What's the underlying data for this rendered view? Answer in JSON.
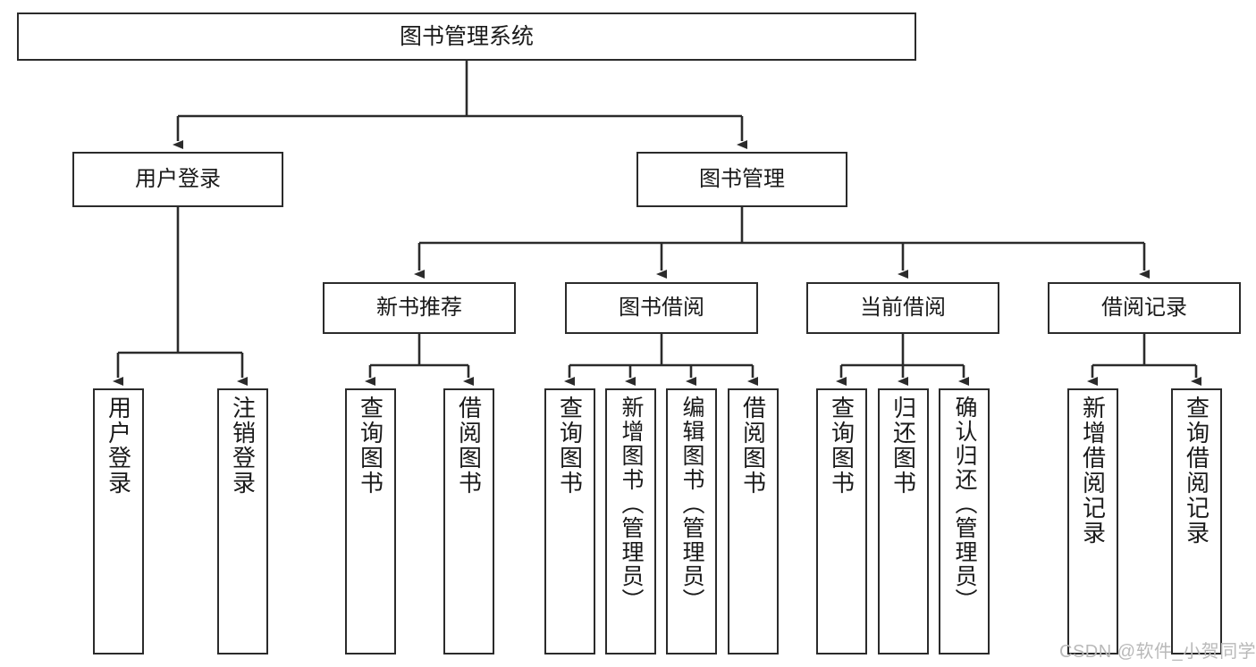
{
  "diagram": {
    "title": "图书管理系统",
    "type": "hierarchy-tree",
    "root": {
      "id": "root",
      "label": "图书管理系统"
    },
    "level1": [
      {
        "id": "user-login",
        "label": "用户登录"
      },
      {
        "id": "book-manage",
        "label": "图书管理"
      }
    ],
    "level2": [
      {
        "id": "new-book-rec",
        "label": "新书推荐"
      },
      {
        "id": "book-borrow",
        "label": "图书借阅"
      },
      {
        "id": "current-borrow",
        "label": "当前借阅"
      },
      {
        "id": "borrow-record",
        "label": "借阅记录"
      }
    ],
    "leaves": [
      {
        "id": "leaf-user-login",
        "label": "用户登录",
        "parent": "user-login"
      },
      {
        "id": "leaf-user-logout",
        "label": "注销登录",
        "parent": "user-login"
      },
      {
        "id": "leaf-query-book-1",
        "label": "查询图书",
        "parent": "new-book-rec"
      },
      {
        "id": "leaf-borrow-book-1",
        "label": "借阅图书",
        "parent": "new-book-rec"
      },
      {
        "id": "leaf-query-book-2",
        "label": "查询图书",
        "parent": "book-borrow"
      },
      {
        "id": "leaf-add-book",
        "label": "新增图书（管理员）",
        "parent": "book-borrow"
      },
      {
        "id": "leaf-edit-book",
        "label": "编辑图书（管理员）",
        "parent": "book-borrow"
      },
      {
        "id": "leaf-borrow-book-2",
        "label": "借阅图书",
        "parent": "book-borrow"
      },
      {
        "id": "leaf-query-book-3",
        "label": "查询图书",
        "parent": "current-borrow"
      },
      {
        "id": "leaf-return-book",
        "label": "归还图书",
        "parent": "current-borrow"
      },
      {
        "id": "leaf-confirm-return",
        "label": "确认归还（管理员）",
        "parent": "current-borrow"
      },
      {
        "id": "leaf-add-record",
        "label": "新增借阅记录",
        "parent": "borrow-record"
      },
      {
        "id": "leaf-query-record",
        "label": "查询借阅记录",
        "parent": "borrow-record"
      }
    ],
    "watermark": "CSDN @软件_小贺同学",
    "colors": {
      "stroke": "#2b2b2b",
      "fill": "#ffffff",
      "text": "#1a1a1a",
      "watermark": "#b9b9b9"
    }
  }
}
